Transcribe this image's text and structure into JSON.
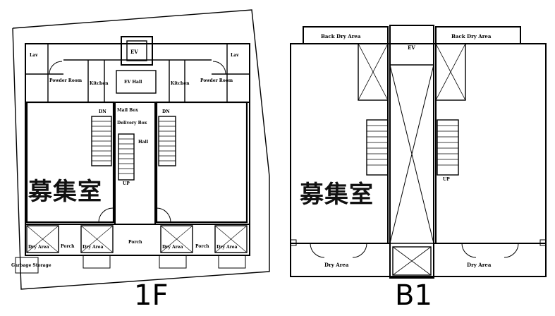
{
  "floors": {
    "first": {
      "title": "1F",
      "vacancy_label": "募集室",
      "rooms": {
        "lav_left": "Lav",
        "lav_right": "Lav",
        "ev": "EV",
        "ev_hall": "EV Hall",
        "kitchen_left": "Kitchen",
        "kitchen_right": "Kitchen",
        "powder_left": "Powder Room",
        "powder_right": "Powder Room",
        "mail_box": "Mail Box",
        "delivery_box": "Delivery Box",
        "hall": "Hall",
        "dn_left": "DN",
        "dn_right": "DN",
        "up": "UP",
        "porch_left": "Porch",
        "porch_center": "Porch",
        "porch_right": "Porch",
        "dry_area_1": "Dry Area",
        "dry_area_2": "Dry Area",
        "dry_area_3": "Dry Area",
        "dry_area_4": "Dry Area",
        "garbage": "Garbage Storage"
      }
    },
    "basement": {
      "title": "B1",
      "vacancy_label": "募集室",
      "rooms": {
        "back_dry_left": "Back Dry Area",
        "back_dry_right": "Back Dry Area",
        "ev": "EV",
        "dry_area_left": "Dry Area",
        "dry_area_right": "Dry Area",
        "up": "UP"
      }
    }
  }
}
